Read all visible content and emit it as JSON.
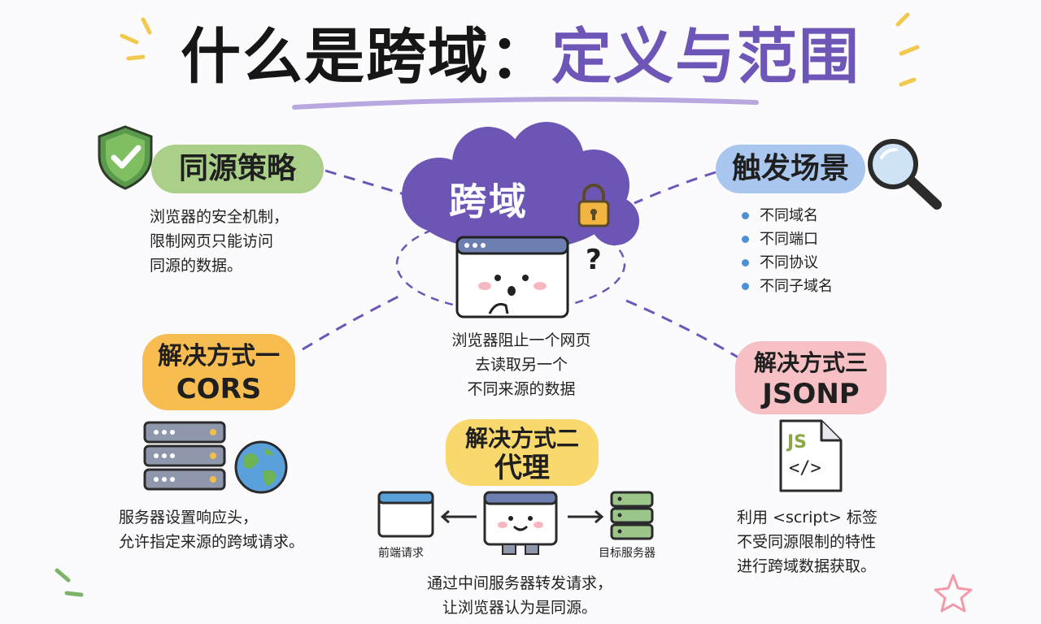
{
  "title": {
    "part1": "什么是跨域：",
    "part2": "定义与范围"
  },
  "center": {
    "label": "跨域",
    "desc": [
      "浏览器阻止一个网页",
      "去读取另一个",
      "不同来源的数据"
    ],
    "question": "?"
  },
  "same_origin": {
    "title": "同源策略",
    "desc": [
      "浏览器的安全机制，",
      "限制网页只能访问",
      "同源的数据。"
    ]
  },
  "triggers": {
    "title": "触发场景",
    "items": [
      "不同域名",
      "不同端口",
      "不同协议",
      "不同子域名"
    ]
  },
  "cors": {
    "title_line1": "解决方式一",
    "title_line2": "CORS",
    "desc": [
      "服务器设置响应头，",
      "允许指定来源的跨域请求。"
    ]
  },
  "proxy": {
    "title_line1": "解决方式二",
    "title_line2": "代理",
    "frontend_label": "前端请求",
    "server_label": "目标服务器",
    "desc": [
      "通过中间服务器转发请求，",
      "让浏览器认为是同源。"
    ]
  },
  "jsonp": {
    "title_line1": "解决方式三",
    "title_line2": "JSONP",
    "file_label": "JS",
    "code_symbol": "</>",
    "desc": [
      "利用 <script> 标签",
      "不受同源限制的特性",
      "进行跨域数据获取。"
    ]
  },
  "colors": {
    "accent_purple": "#6e56b8",
    "green": "#a9cf88",
    "blue": "#a9c7ee",
    "orange": "#f7bd50",
    "yellow": "#f9d96e",
    "pink": "#f6c0c4"
  }
}
